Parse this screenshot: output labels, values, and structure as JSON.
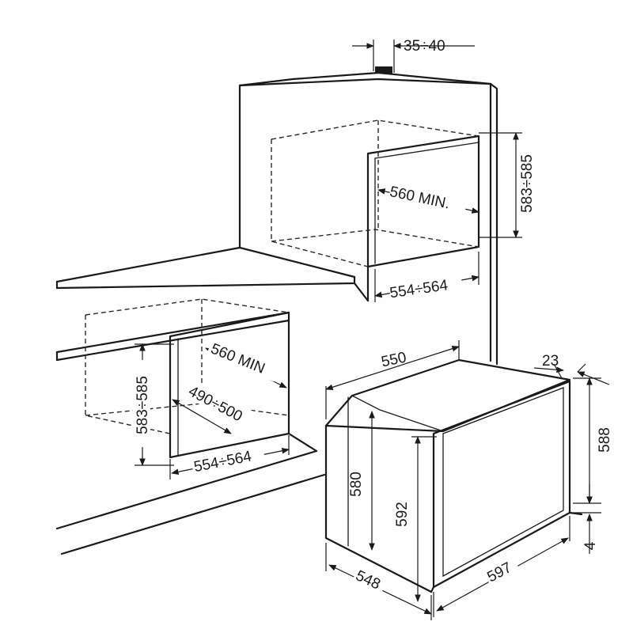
{
  "colors": {
    "line": "#1a1a1a",
    "background": "#ffffff"
  },
  "labels": {
    "top_gap": "35÷40",
    "upper_height": "583÷585",
    "upper_depth": "560 MIN.",
    "upper_width": "554÷564",
    "lower_depth": "560 MIN",
    "lower_height": "583÷585",
    "lower_inner": "490÷500",
    "lower_width": "554÷564",
    "oven_depth_top": "550",
    "door_thickness": "23",
    "oven_height_side": "580",
    "oven_height_front": "592",
    "door_height": "588",
    "bottom_gap": "4",
    "oven_depth_bottom": "548",
    "oven_width": "597"
  }
}
